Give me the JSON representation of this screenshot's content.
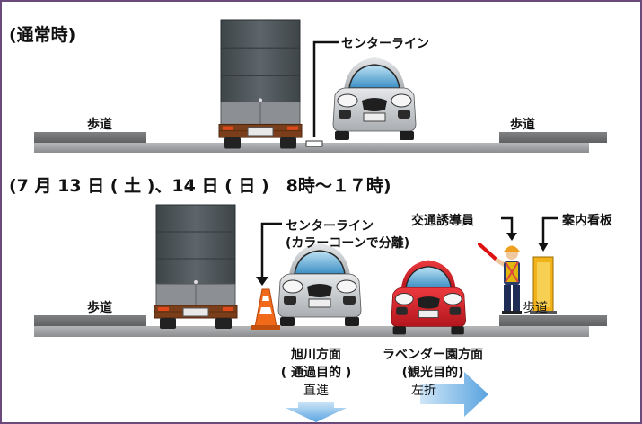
{
  "normal": {
    "title": "(通常時)",
    "center_line_label": "センターライン",
    "sidewalk_left": "歩道",
    "sidewalk_right": "歩道"
  },
  "event": {
    "title": "(7 月 13 日 ( 土 )、14 日 ( 日 )　8時～１７時)",
    "center_line_label": "センターライン",
    "center_line_note": "(カラーコーンで分離)",
    "guide_label": "交通誘導員",
    "sign_label": "案内看板",
    "sidewalk_left": "歩道",
    "sidewalk_right": "歩道",
    "straight": {
      "destination": "旭川方面",
      "purpose": "( 通過目的 )",
      "action": "直進"
    },
    "left_turn": {
      "destination": "ラベンダー園方面",
      "purpose": "(観光目的)",
      "action": "左折"
    }
  },
  "colors": {
    "frame": "#6a4a7a",
    "road": "#9a9c9e",
    "arrow": "#6aaee6",
    "truck_body": "#4d5458",
    "car_silver": "#c9ccd0",
    "car_red": "#d4222a",
    "cone": "#f06a1a",
    "sign": "#f2b21a"
  }
}
